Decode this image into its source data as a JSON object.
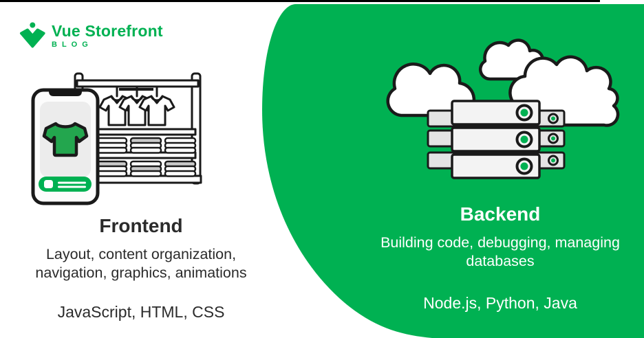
{
  "brand": {
    "name": "Vue Storefront",
    "tagline": "BLOG"
  },
  "left_panel": {
    "title": "Frontend",
    "description": "Layout, content organization, navigation, graphics, animations",
    "technologies": "JavaScript, HTML, CSS",
    "illustration": "smartphone-in-front-of-wardrobe"
  },
  "right_panel": {
    "title": "Backend",
    "description": "Building code, debugging, managing databases",
    "technologies": "Node.js, Python, Java",
    "illustration": "server-stack-with-clouds"
  },
  "icons": {
    "vsf-mark-icon": "green check-chevron with dot",
    "smartphone-icon": "phone with product card and buy button",
    "tshirt-icon": "green t-shirt",
    "wardrobe-icon": "clothes rack with shelves",
    "hanging-shirt-icon": "white shirt on hanger",
    "folded-clothes-icon": "stack of folded clothes",
    "cloud-icon": "outlined cloud",
    "server-stack-icon": "three stacked server units",
    "indicator-light-icon": "green status dot"
  },
  "colors": {
    "brand_green": "#00B152",
    "tshirt_green": "#23A64E",
    "text_dark": "#2B2B2B",
    "text_light": "#FFFFFF",
    "outline_dark": "#1A1A1A"
  }
}
